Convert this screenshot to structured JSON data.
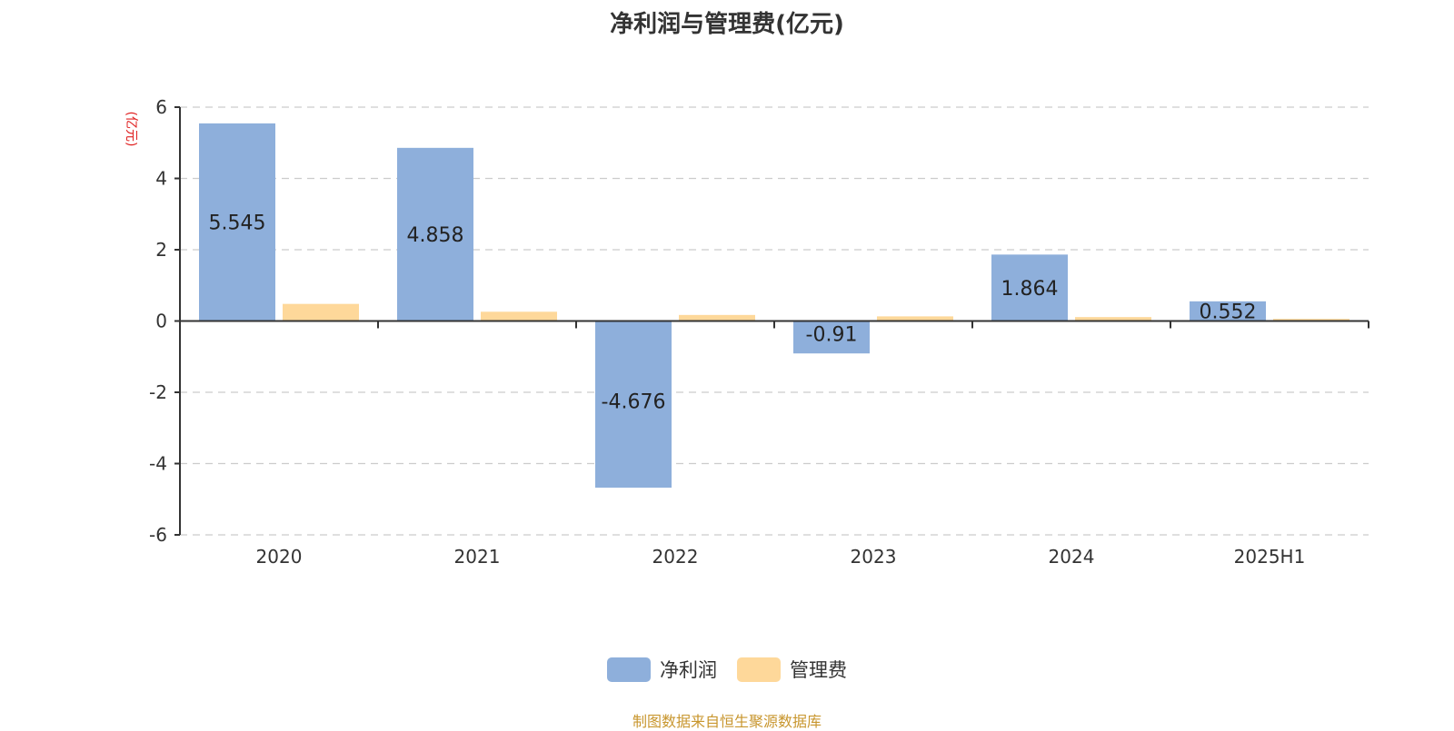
{
  "chart_data": {
    "type": "bar",
    "title": "净利润与管理费(亿元)",
    "xlabel": "",
    "ylabel": "(亿元)",
    "ylim": [
      -6,
      6
    ],
    "yticks": [
      6,
      4,
      2,
      0,
      -2,
      -4,
      -6
    ],
    "grid": true,
    "legend_position": "bottom-center",
    "categories": [
      "2020",
      "2021",
      "2022",
      "2023",
      "2024",
      "2025H1"
    ],
    "series": [
      {
        "name": "净利润",
        "color": "#8eafdb",
        "values": [
          5.545,
          4.858,
          -4.676,
          -0.91,
          1.864,
          0.552
        ],
        "labels": [
          "5.545",
          "4.858",
          "-4.676",
          "-0.91",
          "1.864",
          "0.552"
        ]
      },
      {
        "name": "管理费",
        "color": "#fed89a",
        "values": [
          0.48,
          0.26,
          0.17,
          0.13,
          0.11,
          0.06
        ]
      }
    ]
  },
  "footer": {
    "source": "制图数据来自恒生聚源数据库"
  },
  "colors": {
    "ylabel": "#e02020",
    "axis": "#333333",
    "grid": "#cccccc",
    "text": "#333333"
  }
}
